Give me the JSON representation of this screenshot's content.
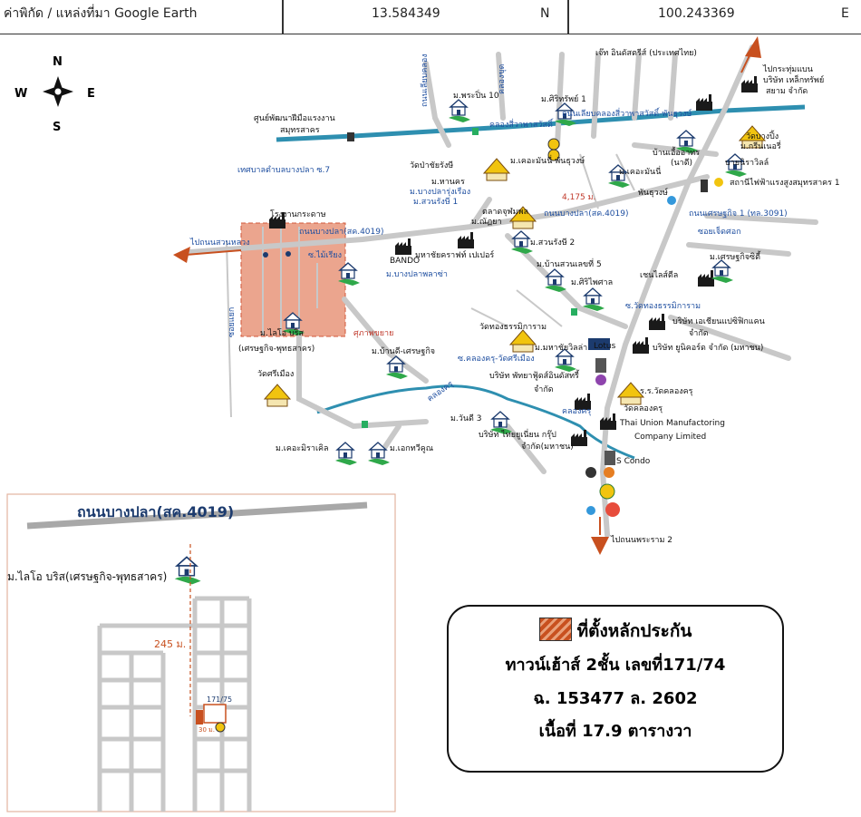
{
  "coords": {
    "label": "ค่าพิกัด / แหล่งที่มา Google Earth",
    "lat": "13.584349",
    "lat_dir": "N",
    "lon": "100.243369",
    "lon_dir": "E"
  },
  "compass": {
    "n": "N",
    "s": "S",
    "e": "E",
    "w": "W"
  },
  "labels": {
    "factory": "โรงงานกระดาษ",
    "mtbangpla": "เทศบาลตำบลบางปลา ซ.7",
    "huay": "ซ.ไม้เรียง",
    "parking": "ถนนบางปลา(สค.4019)",
    "to_suanluang": "ไปถนนสวนหลวง",
    "bando": "BANDO",
    "mahachai": "มหาชัยคราฟท์ เปเปอร์",
    "to_kratumban": "ไปกระทุ่มแบน",
    "steel": "บริษัท เหล็กทรัพย์",
    "steel2": "สยาม จำกัด",
    "jj": "เจ๊ท อินดัสตรีส์ (ประเทศไทย)",
    "ranpha": "ม.ศิริทรัพย์ 1",
    "phraeban": "ม.พระปิ่น 10",
    "otop": "ศูนย์พัฒนาฝีมือแรงงาน",
    "otop2": "สมุทรสาคร",
    "canal_rd": "ถนนเลียบคลองสี่วาพาสวัสดิ์-พันธุวงษ์",
    "watbangping": "วัดบางปิ้ง",
    "mgreen": "ม.กรีนเนอรี่",
    "baan_nice": "บ้านเอื้ออาทร",
    "nari": "(นาดี)",
    "bayvi": "บายนิราวิลล์",
    "substation": "สถานีไฟฟ้าแรงสูงสมุทรสาคร 1",
    "sukkit": "ถนนเศรษฐกิจ 1 (ทล.3091)",
    "soi_jetsod": "ซอยเจ็ดศอก",
    "mkmp": "ม.เคอะมันนี่ พันธุวงษ์",
    "mkm2": "ม.เคอะมันนี่",
    "phanthu": "พันธุวงษ์",
    "watprachai": "วัดป่าชัยรังษี",
    "mhanakorn": "ม.หานคร",
    "mbangpla": "ม.บางปลารุ่งเรือง",
    "msuanrung": "ม.สวนรังษี 1",
    "talad": "ตลาดจุฬมพล",
    "mnaya": "ม.ณัฏยา",
    "rd4019": "ถนนบางปลา(สค.4019)",
    "dist": "4,175 ม.",
    "msuanrung2": "ม.สวนรังษี 2",
    "mbansuan5": "ม.บ้านสวนเลขที่ 5",
    "msiriphet": "ม.ศิริไพศาล",
    "msukkit": "ม.เศรษฐกิจซิตี้",
    "chain": "เชนไลส์ตีล",
    "watthong_soi": "ซ.วัดทองธรรมิการาม",
    "asian": "บริษัท เอเชียนแปซิฟิกแคน",
    "asian2": "จำกัด",
    "watthong": "วัดทองธรรมิการาม",
    "lotus": "Lotus",
    "mmahachai": "ม.มหาชัยวิลล่า",
    "unicord": "บริษัท ยูนิคอร์ด จำกัด (มหาชน)",
    "mbangplaplaza": "ม.บางปลาพลาซ่า",
    "mlio": "ม.ไลโอ บริส",
    "mlio2": "(เศรษฐกิจ-พุทธสาคร)",
    "supapkai": "ศุภาพขยาย",
    "mbandi": "ม.บ้านดี-เศรษฐกิจ",
    "soi_klongkru": "ซ.คลองครุ-วัดศรีเมือง",
    "phatthaya": "บริษัท พัทยาฟู้ดส์อินดัสทรี้",
    "phatthaya2": "จำกัด",
    "school": "ร.ร.วัดคลองครุ",
    "watklong": "วัดคลองครุ",
    "klongkru": "คลองครุ",
    "thaiunion": "Thai Union Manufactoring",
    "thaiunion2": "Company Limited",
    "watsrimuang": "วัดศรีเมือง",
    "mwanandi": "ม.วันดี 3",
    "thaiyu": "บริษัท ไทยยูเนี่ยน กรุ๊ป",
    "thaiyu2": "จำกัด(มหาชน)",
    "mkmrd": "ม.เคอะมิราเคิล",
    "mek": "ม.เอกทวีคูณ",
    "scondo": "S Condo",
    "to_phraram2": "ไปถนนพระราม 2",
    "klongsi": "คลองสี่วาพาสวัสดิ์",
    "klong_label": "คลองครุ",
    "vert_rd": "ถนนเลียบคลอง",
    "vert_rd2": "คลองขุด",
    "vert_rd3": "ซอยแยก",
    "inset_rd": "ถนนบางปลา(สค.4019)",
    "inset_home": "ม.ไลโอ บริส(เศรษฐกิจ-พุทธสาคร)",
    "inset_dist": "245 ม.",
    "inset_plot": "171/75",
    "inset_w": "30 ม."
  },
  "legend": {
    "title": "ที่ตั้งหลักประกัน",
    "line1": "ทาวน์เฮ้าส์ 2ชั้น เลขที่171/74",
    "line2": "ฉ. 153477 ล. 2602",
    "line3": "เนื้อที่ 17.9 ตารางวา"
  },
  "colors": {
    "road": "#c8c8c8",
    "canal": "#2e8fb0",
    "highlight": "#e69178",
    "arrow": "#c8501f",
    "road_label": "#1f4fa0"
  }
}
